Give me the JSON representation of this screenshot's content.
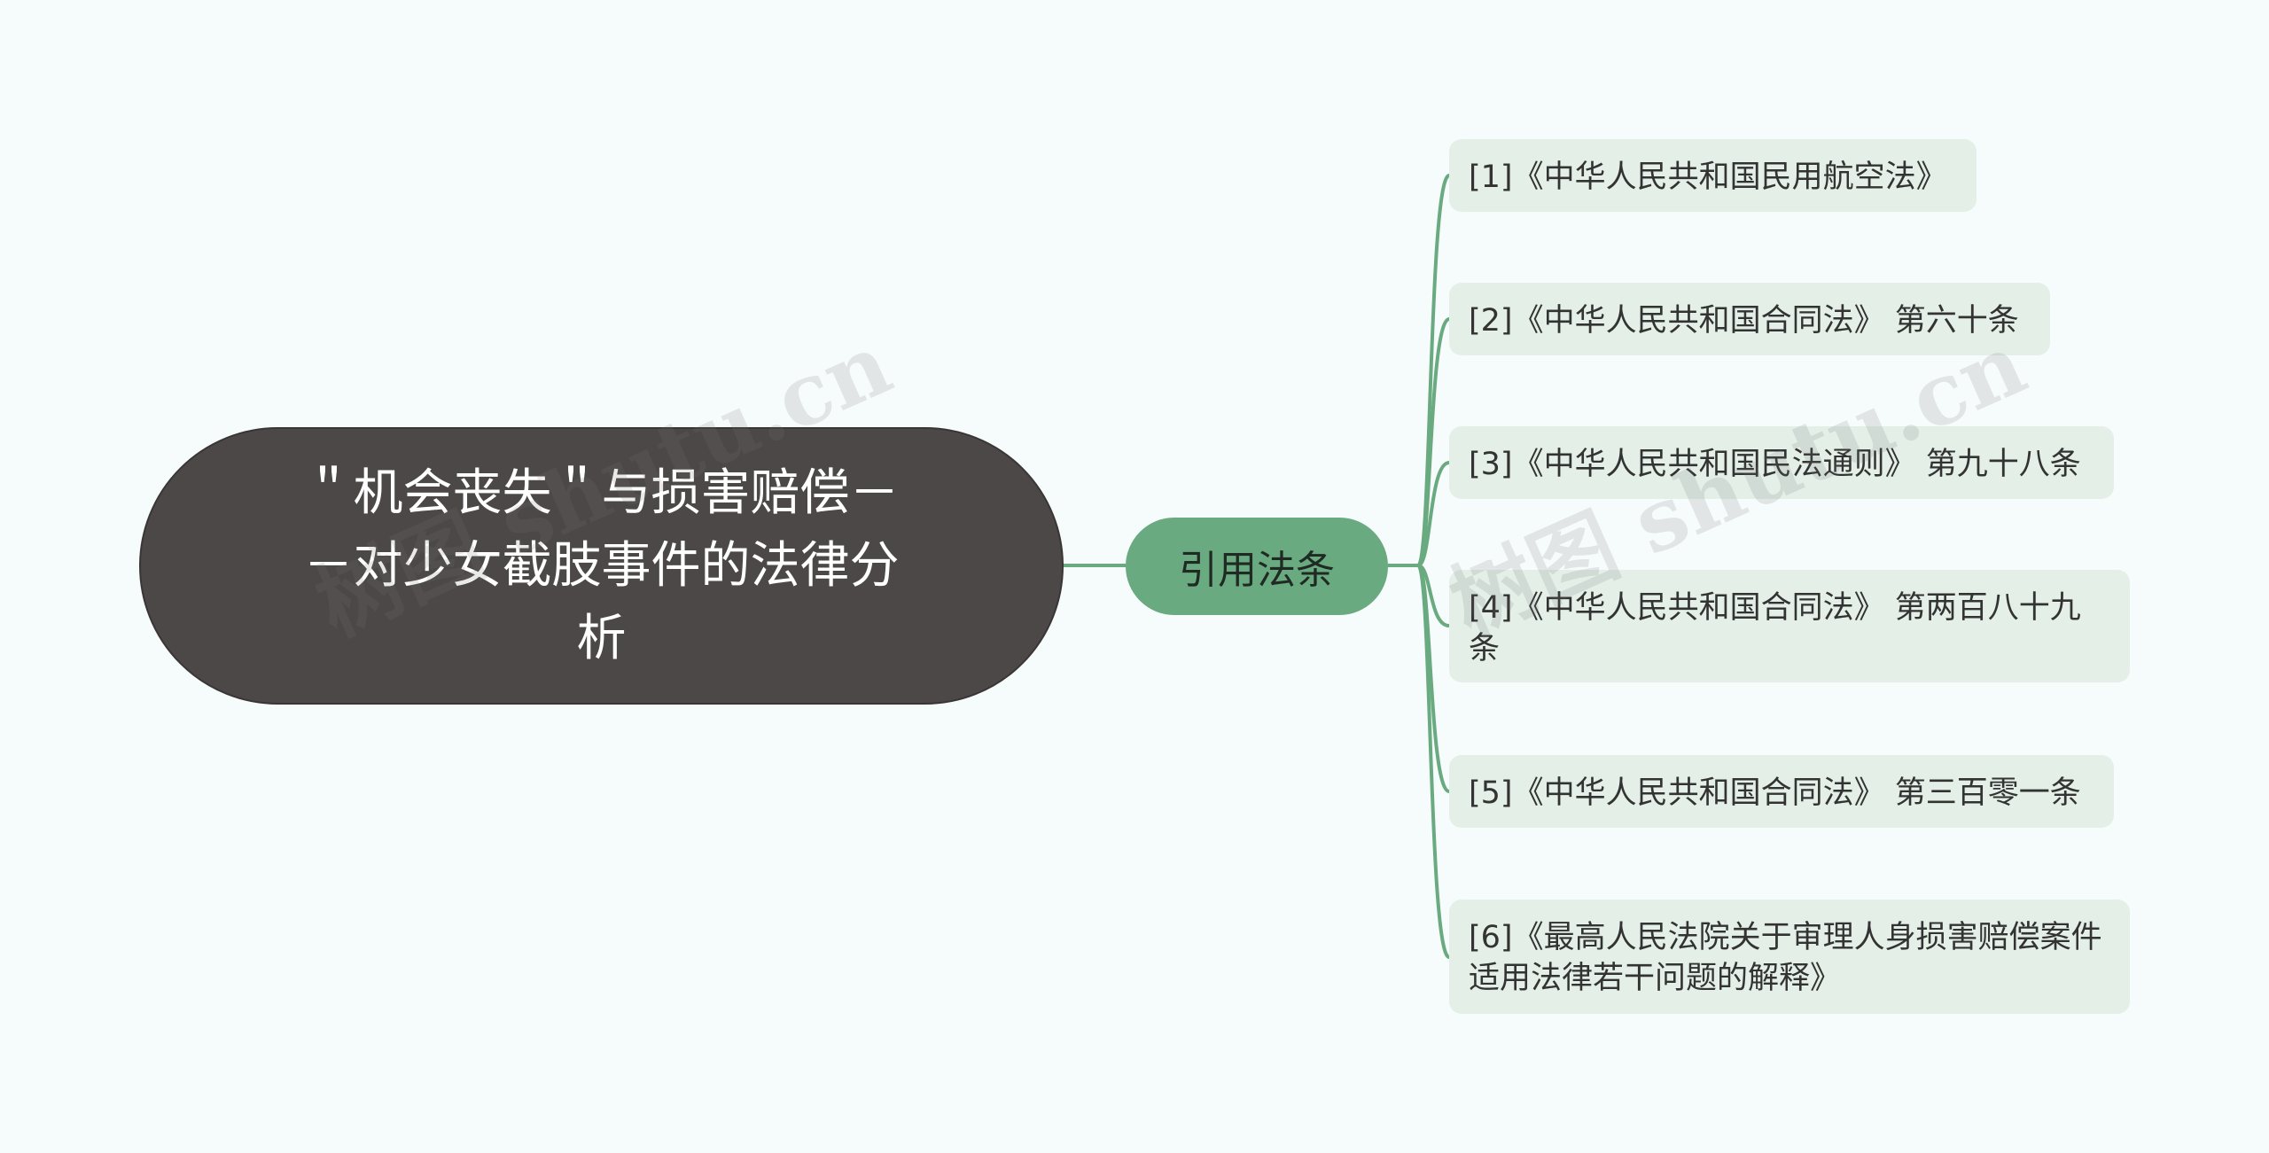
{
  "mindmap": {
    "root": {
      "label": "＂机会丧失＂与损害赔偿－－对少女截肢事件的法律分析"
    },
    "branch": {
      "label": "引用法条"
    },
    "leaves": [
      "[1]《中华人民共和国民用航空法》",
      "[2]《中华人民共和国合同法》 第六十条",
      "[3]《中华人民共和国民法通则》 第九十八条",
      "[4]《中华人民共和国合同法》 第两百八十九条",
      "[5]《中华人民共和国合同法》 第三百零一条",
      "[6]《最高人民法院关于审理人身损害赔偿案件适用法律若干问题的解释》"
    ],
    "colors": {
      "root_fill": "#4d4848",
      "branch_fill": "#6aaa80",
      "leaf_fill": "#e3efe7",
      "connector": "#6aaa80",
      "background": "#f6fbfb"
    }
  },
  "watermarks": [
    "树图 shutu.cn",
    "树图 shutu.cn"
  ]
}
